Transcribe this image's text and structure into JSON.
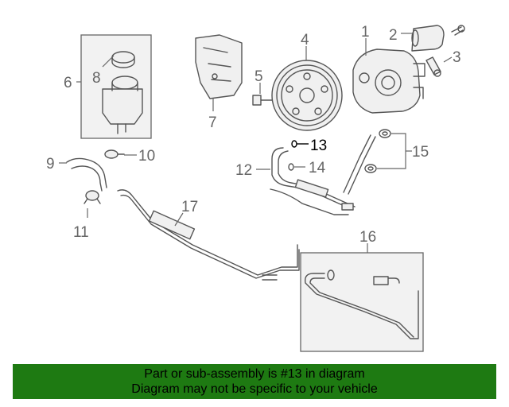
{
  "diagram": {
    "callouts": {
      "c1": "1",
      "c2": "2",
      "c3": "3",
      "c4": "4",
      "c5": "5",
      "c6": "6",
      "c7": "7",
      "c8": "8",
      "c9": "9",
      "c10": "10",
      "c11": "11",
      "c12": "12",
      "c13": "13",
      "c14": "14",
      "c15": "15",
      "c16": "16",
      "c17": "17"
    },
    "highlighted_part": "13"
  },
  "banner": {
    "line1": "Part or sub-assembly is #13 in diagram",
    "line2": "Diagram may not be specific to your vehicle",
    "background": "#1e7a12"
  }
}
